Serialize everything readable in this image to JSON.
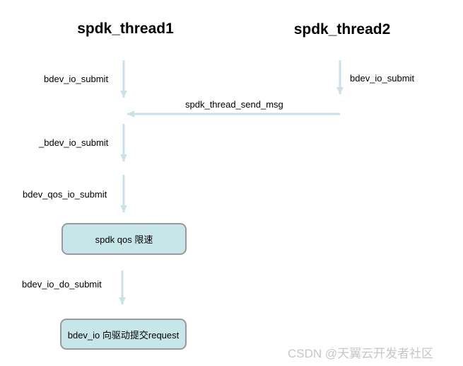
{
  "colors": {
    "arrow": "#c8e2e8",
    "box_fill": "#c7e6ea",
    "box_border": "#9a9a9a",
    "watermark": "#c6c6c6",
    "text": "#000000"
  },
  "titles": {
    "thread1": "spdk_thread1",
    "thread2": "spdk_thread2"
  },
  "labels": {
    "thread1_submit": "bdev_io_submit",
    "thread2_submit": "bdev_io_submit",
    "send_msg": "spdk_thread_send_msg",
    "internal_submit": "_bdev_io_submit",
    "qos_submit": "bdev_qos_io_submit",
    "do_submit": "bdev_io_do_submit"
  },
  "boxes": {
    "qos": "spdk qos 限速",
    "driver": "bdev_io 向驱动提交request"
  },
  "watermark": "CSDN @天翼云开发者社区"
}
